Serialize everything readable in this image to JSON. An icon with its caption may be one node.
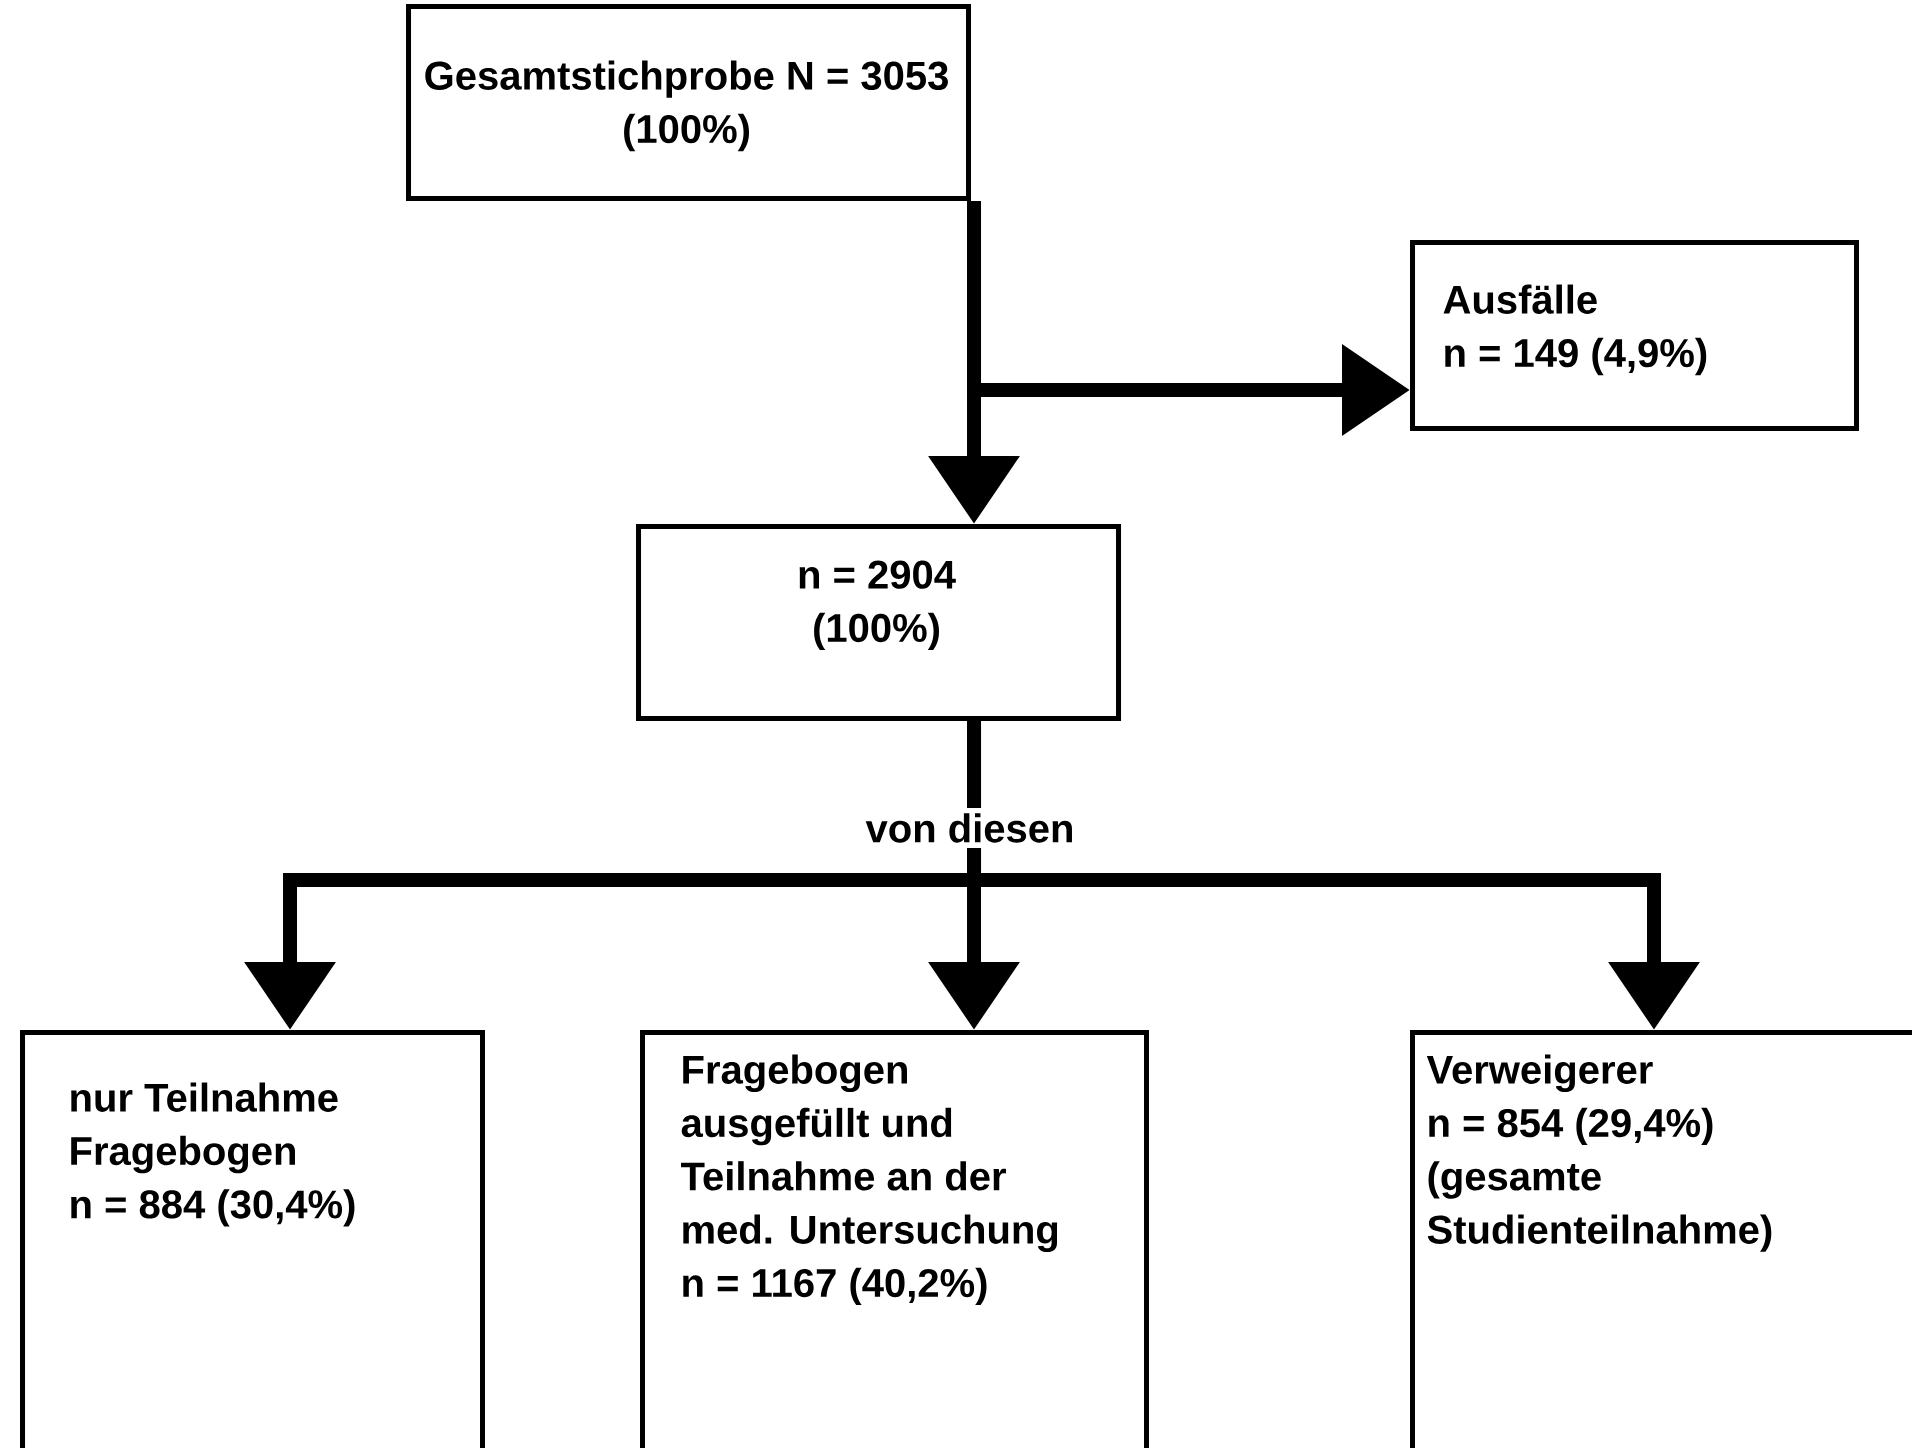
{
  "diagram": {
    "nodes": [
      {
        "text": [
          "Gesamtstichprobe N = 3053 (100%)"
        ]
      },
      {
        "text": [
          "Ausfälle",
          "n = 149 (4,9%)"
        ]
      },
      {
        "text": [
          "n = 2904 (100%)"
        ]
      },
      {
        "text": [
          "nur Teilnahme Fragebogen",
          "n = 884 (30,4%)"
        ]
      },
      {
        "text": [
          "Fragebogen ausgefüllt und Teilnahme an der med. Untersuchung",
          "n = 1167 (40,2%)"
        ]
      },
      {
        "text": [
          "Verweigerer",
          "n = 854 (29,4%)",
          "(gesamte Studienteilnahme)"
        ]
      }
    ],
    "edges": [
      {
        "from": 0,
        "to": 2,
        "arrow": "to"
      },
      {
        "from": 0,
        "to": 1,
        "arrow": "to"
      },
      {
        "from": 2,
        "to": 3,
        "arrow": "to"
      },
      {
        "from": 2,
        "to": 4,
        "arrow": "to"
      },
      {
        "from": 2,
        "to": 5,
        "arrow": "to"
      }
    ],
    "labels": [
      "von diesen"
    ]
  }
}
